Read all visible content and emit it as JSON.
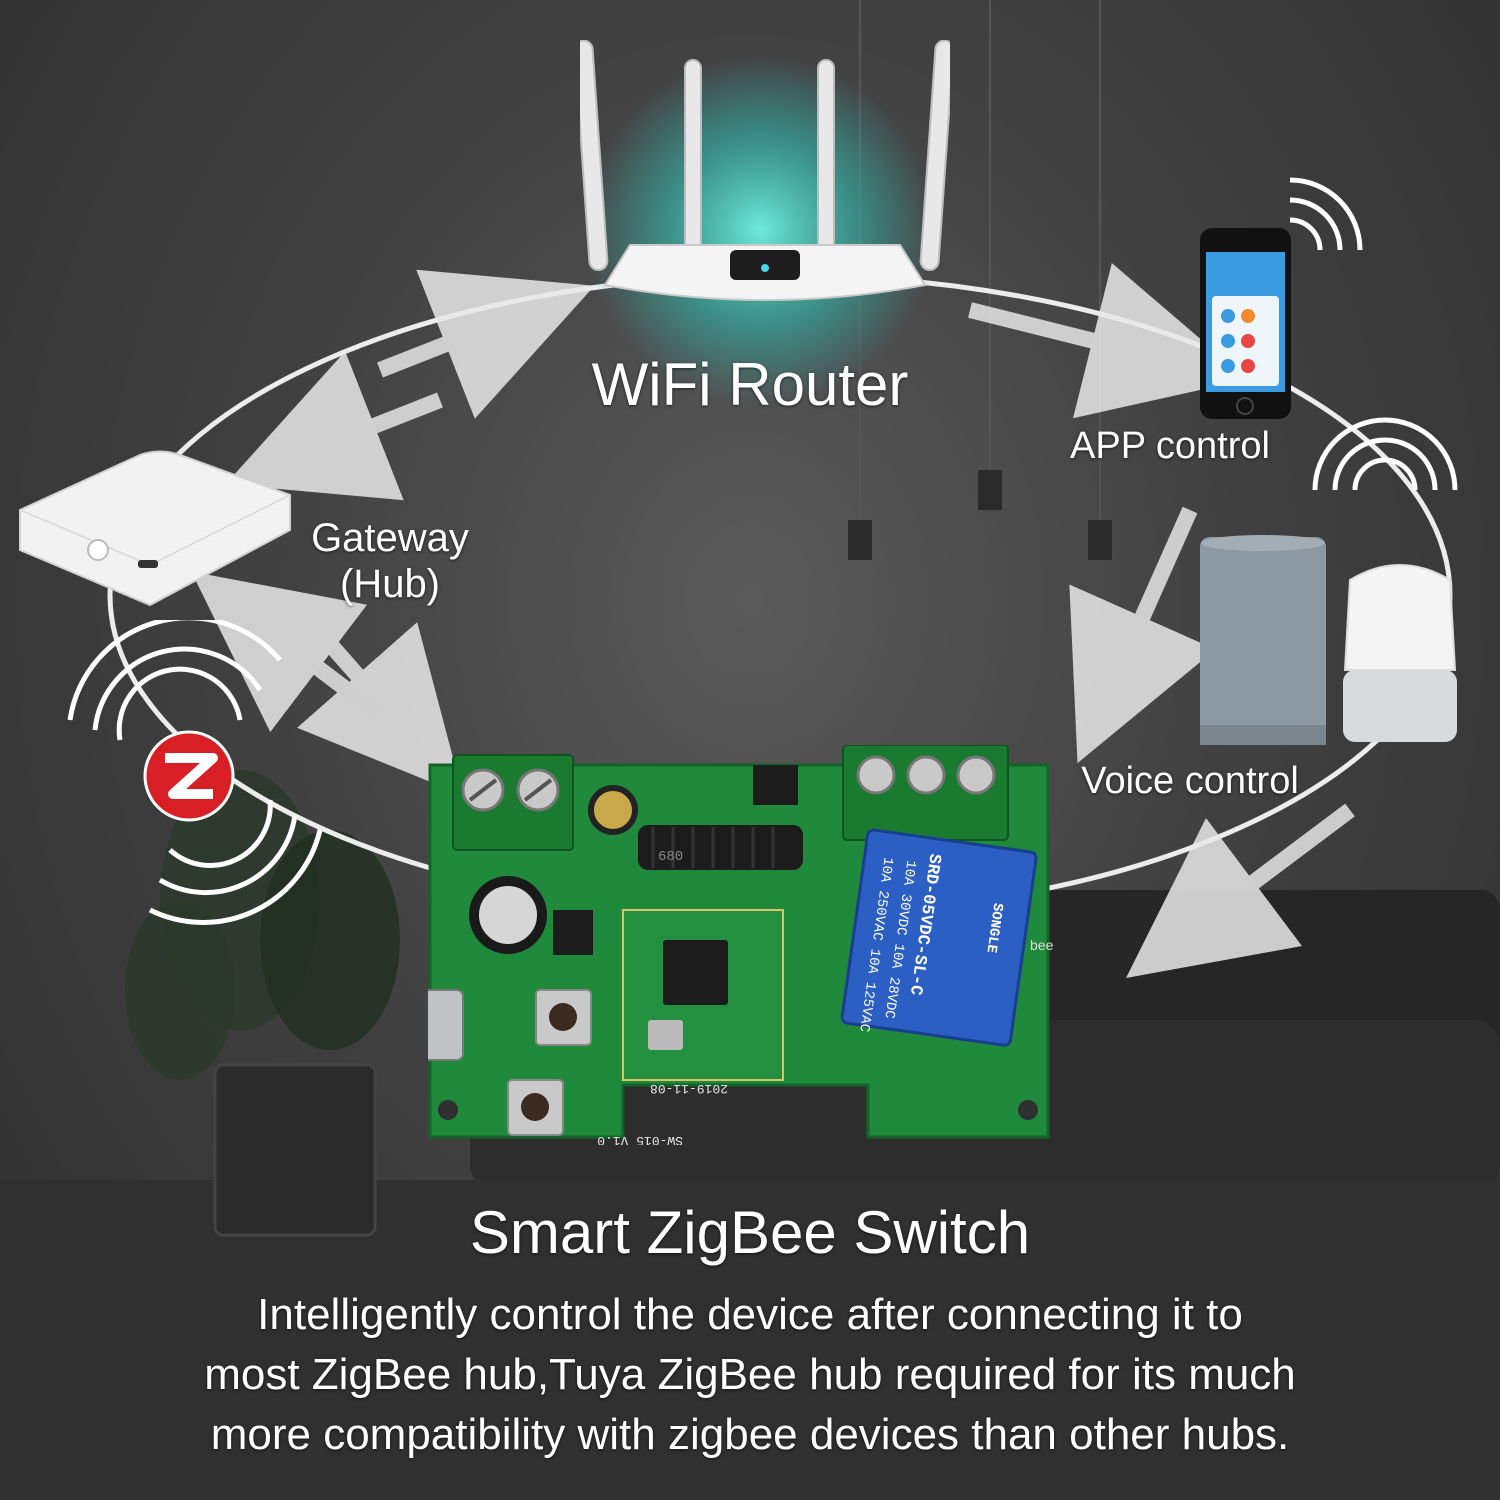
{
  "labels": {
    "router": "WiFi Router",
    "app": "APP control",
    "gateway_line1": "Gateway",
    "gateway_line2": "(Hub)",
    "voice": "Voice control"
  },
  "title": "Smart ZigBee Switch",
  "description": {
    "line1": "Intelligently control the device after connecting it to",
    "line2": "most ZigBee hub,Tuya ZigBee hub required for its much",
    "line3": "more compatibility with zigbee devices than other hubs."
  },
  "board_markings": {
    "relay_line1": "SRD-05VDC-SL-C",
    "relay_line2": "10A 250VAC 10A 125VAC",
    "relay_line3": "10A 30VDC 10A 28VDC",
    "relay_brand": "SONGLE",
    "board_id": "SW-015 V1.0",
    "board_date": "2019-11-08",
    "inductor": "680",
    "bee": "bee"
  },
  "colors": {
    "pcb": "#1f8a3c",
    "terminal": "#1a7a30",
    "relay": "#2c5fc4",
    "glow": "#3fd6c6",
    "zigbee_badge": "#d81f26"
  },
  "icons": [
    "wifi-router-icon",
    "smartphone-icon",
    "zigbee-hub-icon",
    "smart-speaker-icon",
    "smart-home-speaker-icon",
    "zigbee-logo-icon",
    "wireless-signal-icon",
    "plant-icon"
  ]
}
